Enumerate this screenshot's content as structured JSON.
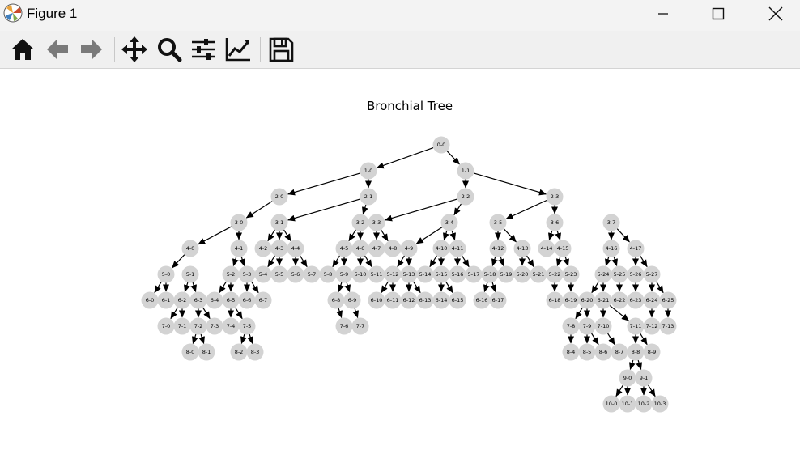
{
  "window": {
    "title": "Figure 1",
    "minimize_icon": "minimize-icon",
    "maximize_icon": "maximize-icon",
    "close_icon": "close-icon"
  },
  "toolbar": {
    "buttons": [
      {
        "name": "home-button",
        "icon": "home-icon"
      },
      {
        "name": "back-button",
        "icon": "back-arrow-icon"
      },
      {
        "name": "forward-button",
        "icon": "forward-arrow-icon"
      },
      {
        "name": "pan-button",
        "icon": "move-icon"
      },
      {
        "name": "zoom-button",
        "icon": "zoom-icon"
      },
      {
        "name": "configure-subplots-button",
        "icon": "sliders-icon"
      },
      {
        "name": "edit-axes-button",
        "icon": "line-chart-icon"
      },
      {
        "name": "save-button",
        "icon": "save-icon"
      }
    ]
  },
  "diagram": {
    "title": "Bronchial Tree",
    "node_color": "#d3d3d3",
    "edge_color": "#000000",
    "levels": [
      [
        {
          "label": "0-0",
          "children": [
            0,
            1
          ]
        }
      ],
      [
        {
          "label": "1-0",
          "children": [
            0,
            1
          ]
        },
        {
          "label": "1-1",
          "children": [
            2,
            3
          ]
        }
      ],
      [
        {
          "label": "2-0",
          "children": [
            0
          ]
        },
        {
          "label": "2-1",
          "children": [
            1,
            2
          ]
        },
        {
          "label": "2-2",
          "children": [
            3,
            4
          ]
        },
        {
          "label": "2-3",
          "children": [
            5,
            6
          ]
        }
      ],
      [
        {
          "label": "3-0",
          "children": [
            0,
            1
          ]
        },
        {
          "label": "3-1",
          "children": [
            2,
            3,
            4
          ]
        },
        {
          "label": "3-2",
          "children": [
            5,
            6
          ]
        },
        {
          "label": "3-3",
          "children": [
            7,
            8
          ]
        },
        {
          "label": "3-4",
          "children": [
            9,
            10,
            11
          ]
        },
        {
          "label": "3-5",
          "children": [
            12,
            13
          ]
        },
        {
          "label": "3-6",
          "children": [
            14,
            15
          ]
        },
        {
          "label": "3-7",
          "children": [
            16,
            17
          ]
        }
      ],
      [
        {
          "label": "4-0",
          "children": [
            0
          ]
        },
        {
          "label": "4-1",
          "children": [
            2,
            3
          ]
        },
        {
          "label": "4-2",
          "children": []
        },
        {
          "label": "4-3",
          "children": [
            4,
            5
          ]
        },
        {
          "label": "4-4",
          "children": [
            6,
            7
          ]
        },
        {
          "label": "4-5",
          "children": [
            8,
            9
          ]
        },
        {
          "label": "4-6",
          "children": [
            10,
            11
          ]
        },
        {
          "label": "4-7",
          "children": []
        },
        {
          "label": "4-8",
          "children": []
        },
        {
          "label": "4-9",
          "children": [
            12,
            13
          ]
        },
        {
          "label": "4-10",
          "children": [
            14,
            15
          ]
        },
        {
          "label": "4-11",
          "children": [
            16,
            17
          ]
        },
        {
          "label": "4-12",
          "children": [
            18,
            19
          ]
        },
        {
          "label": "4-13",
          "children": [
            20,
            21
          ]
        },
        {
          "label": "4-14",
          "children": []
        },
        {
          "label": "4-15",
          "children": [
            22,
            23
          ]
        },
        {
          "label": "4-16",
          "children": [
            24,
            25
          ]
        },
        {
          "label": "4-17",
          "children": [
            26,
            27
          ]
        }
      ],
      [
        {
          "label": "5-0",
          "children": [
            0,
            1
          ]
        },
        {
          "label": "5-1",
          "children": [
            2,
            3
          ]
        },
        {
          "label": "5-2",
          "children": [
            4,
            5
          ]
        },
        {
          "label": "5-3",
          "children": [
            6,
            7
          ]
        },
        {
          "label": "5-4",
          "children": []
        },
        {
          "label": "5-5",
          "children": []
        },
        {
          "label": "5-6",
          "children": []
        },
        {
          "label": "5-7",
          "children": []
        },
        {
          "label": "5-8",
          "children": []
        },
        {
          "label": "5-9",
          "children": [
            8,
            9
          ]
        },
        {
          "label": "5-10",
          "children": []
        },
        {
          "label": "5-11",
          "children": []
        },
        {
          "label": "5-12",
          "children": [
            10,
            11
          ]
        },
        {
          "label": "5-13",
          "children": [
            12,
            13
          ]
        },
        {
          "label": "5-14",
          "children": []
        },
        {
          "label": "5-15",
          "children": [
            14,
            15
          ]
        },
        {
          "label": "5-16",
          "children": []
        },
        {
          "label": "5-17",
          "children": []
        },
        {
          "label": "5-18",
          "children": [
            16,
            17
          ]
        },
        {
          "label": "5-19",
          "children": []
        },
        {
          "label": "5-20",
          "children": []
        },
        {
          "label": "5-21",
          "children": []
        },
        {
          "label": "5-22",
          "children": [
            18
          ]
        },
        {
          "label": "5-23",
          "children": [
            19
          ]
        },
        {
          "label": "5-24",
          "children": [
            20,
            21
          ]
        },
        {
          "label": "5-25",
          "children": [
            22
          ]
        },
        {
          "label": "5-26",
          "children": [
            23
          ]
        },
        {
          "label": "5-27",
          "children": [
            24,
            25
          ]
        }
      ],
      [
        {
          "label": "6-0",
          "children": []
        },
        {
          "label": "6-1",
          "children": []
        },
        {
          "label": "6-2",
          "children": [
            0,
            1
          ]
        },
        {
          "label": "6-3",
          "children": [
            2,
            3
          ]
        },
        {
          "label": "6-4",
          "children": []
        },
        {
          "label": "6-5",
          "children": [
            4,
            5
          ]
        },
        {
          "label": "6-6",
          "children": []
        },
        {
          "label": "6-7",
          "children": []
        },
        {
          "label": "6-8",
          "children": [
            6
          ]
        },
        {
          "label": "6-9",
          "children": [
            7
          ]
        },
        {
          "label": "6-10",
          "children": []
        },
        {
          "label": "6-11",
          "children": []
        },
        {
          "label": "6-12",
          "children": []
        },
        {
          "label": "6-13",
          "children": []
        },
        {
          "label": "6-14",
          "children": []
        },
        {
          "label": "6-15",
          "children": []
        },
        {
          "label": "6-16",
          "children": []
        },
        {
          "label": "6-17",
          "children": []
        },
        {
          "label": "6-18",
          "children": []
        },
        {
          "label": "6-19",
          "children": []
        },
        {
          "label": "6-20",
          "children": [
            8,
            9
          ]
        },
        {
          "label": "6-21",
          "children": [
            10,
            11
          ]
        },
        {
          "label": "6-22",
          "children": []
        },
        {
          "label": "6-23",
          "children": []
        },
        {
          "label": "6-24",
          "children": [
            12
          ]
        },
        {
          "label": "6-25",
          "children": [
            13
          ]
        }
      ],
      [
        {
          "label": "7-0",
          "children": []
        },
        {
          "label": "7-1",
          "children": []
        },
        {
          "label": "7-2",
          "children": [
            0,
            1
          ]
        },
        {
          "label": "7-3",
          "children": []
        },
        {
          "label": "7-4",
          "children": []
        },
        {
          "label": "7-5",
          "children": [
            2,
            3
          ]
        },
        {
          "label": "7-6",
          "children": []
        },
        {
          "label": "7-7",
          "children": []
        },
        {
          "label": "7-8",
          "children": [
            4
          ]
        },
        {
          "label": "7-9",
          "children": [
            5,
            6
          ]
        },
        {
          "label": "7-10",
          "children": [
            7
          ]
        },
        {
          "label": "7-11",
          "children": [
            8,
            9
          ]
        },
        {
          "label": "7-12",
          "children": []
        },
        {
          "label": "7-13",
          "children": []
        }
      ],
      [
        {
          "label": "8-0",
          "children": []
        },
        {
          "label": "8-1",
          "children": []
        },
        {
          "label": "8-2",
          "children": []
        },
        {
          "label": "8-3",
          "children": []
        },
        {
          "label": "8-4",
          "children": []
        },
        {
          "label": "8-5",
          "children": []
        },
        {
          "label": "8-6",
          "children": []
        },
        {
          "label": "8-7",
          "children": []
        },
        {
          "label": "8-8",
          "children": [
            0,
            1
          ]
        },
        {
          "label": "8-9",
          "children": []
        }
      ],
      [
        {
          "label": "9-0",
          "children": [
            0,
            1
          ]
        },
        {
          "label": "9-1",
          "children": [
            2,
            3
          ]
        }
      ],
      [
        {
          "label": "10-0",
          "children": []
        },
        {
          "label": "10-1",
          "children": []
        },
        {
          "label": "10-2",
          "children": []
        },
        {
          "label": "10-3",
          "children": []
        }
      ]
    ]
  }
}
